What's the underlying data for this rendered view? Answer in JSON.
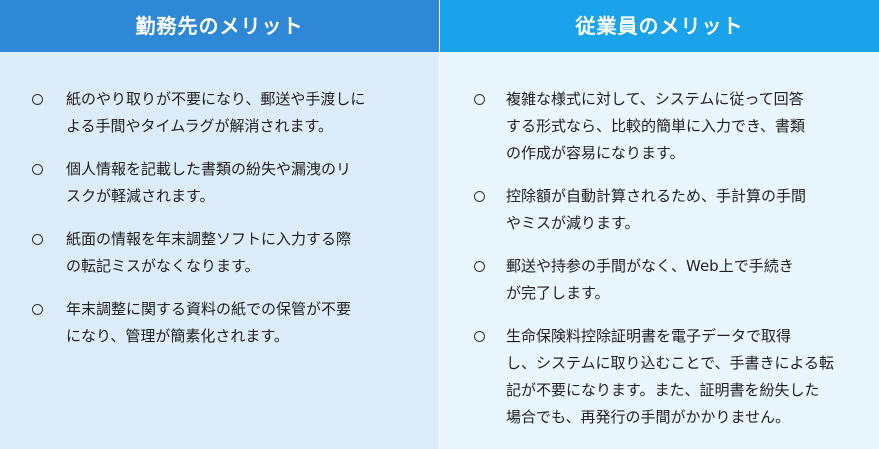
{
  "employer": {
    "title": "勤務先のメリット",
    "items": [
      {
        "lines": [
          "紙のやり取りが不要になり、郵送や手渡しに",
          "よる手間やタイムラグが解消されます。"
        ]
      },
      {
        "lines": [
          "個人情報を記載した書類の紛失や漏洩のリ",
          "スクが軽減されます。"
        ]
      },
      {
        "lines": [
          "紙面の情報を年末調整ソフトに入力する際",
          "の転記ミスがなくなります。"
        ]
      },
      {
        "lines": [
          "年末調整に関する資料の紙での保管が不要",
          "になり、管理が簡素化されます。"
        ]
      }
    ]
  },
  "employee": {
    "title": "従業員のメリット",
    "items": [
      {
        "lines": [
          "複雑な様式に対して、システムに従って回答",
          "する形式なら、比較的簡単に入力でき、書類",
          "の作成が容易になります。"
        ]
      },
      {
        "lines": [
          "控除額が自動計算されるため、手計算の手間",
          "やミスが減ります。"
        ]
      },
      {
        "lines": [
          "郵送や持参の手間がなく、Web上で手続き",
          "が完了します。"
        ]
      },
      {
        "lines": [
          "生命保険料控除証明書を電子データで取得",
          "し、システムに取り込むことで、手書きによる転",
          "記が不要になります。また、証明書を紛失した",
          "場合でも、再発行の手間がかかりません。"
        ]
      }
    ]
  },
  "colors": {
    "left_header": "#2e88d6",
    "right_header": "#1aa3ea",
    "left_bg": "#dcecfa",
    "right_bg": "#e9f6fd"
  }
}
